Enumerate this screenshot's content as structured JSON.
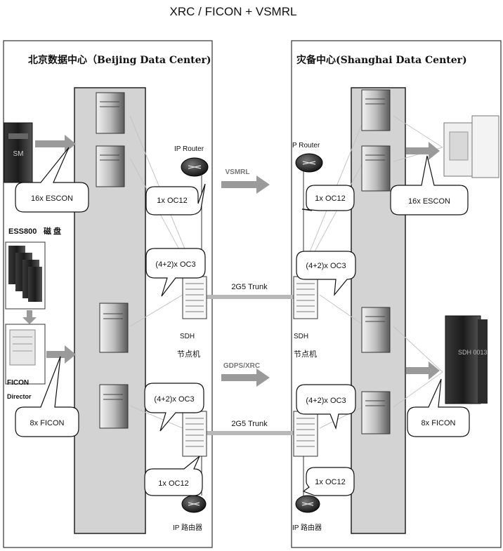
{
  "title": "XRC / FICON + VSMRL",
  "sites": {
    "beijing": {
      "label": "北京数据中心（Beijing Data Center)"
    },
    "shanghai": {
      "label": "灾备中心(Shanghai Data Center)"
    }
  },
  "labels": {
    "ip_router_left": "IP Router",
    "ip_router_right": "P Router",
    "oc12": "1x OC12",
    "oc3": "(4+2)x OC3",
    "trunk": "2G5 Trunk",
    "sdh": "SDH",
    "node": "节点机",
    "vsmrl": "VSMRL",
    "gdps": "GDPS/XRC",
    "escon": "16x ESCON",
    "ficon": "8x FICON",
    "ess800": "ESS800",
    "disk": "磁 盘",
    "ficon_device": "FICON",
    "director": "Director",
    "ip_router_cn": "IP 路由器",
    "tape_letters": "SM",
    "disk_letters": "SDH 0013"
  },
  "colors": {
    "panel": "#d3d3d3",
    "border": "#222222",
    "arrow": "#9a9a9a",
    "link": "#b8b8b8"
  }
}
